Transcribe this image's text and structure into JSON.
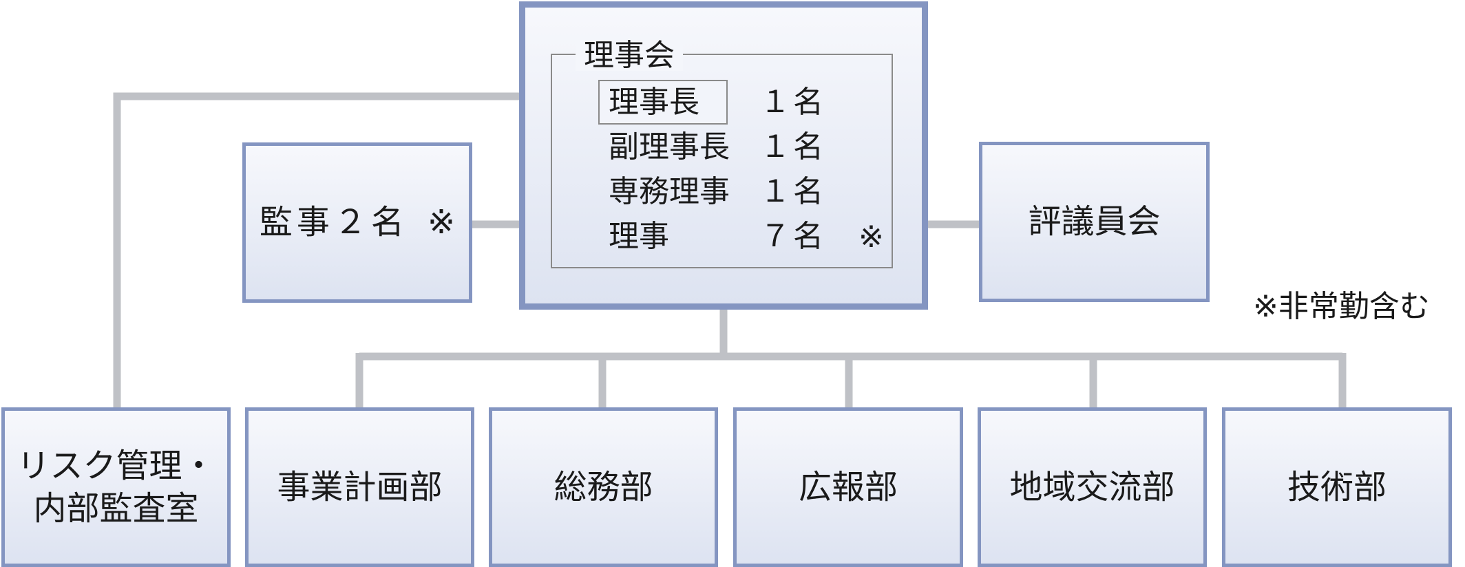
{
  "board": {
    "title": "理事会",
    "roles": [
      {
        "name": "理事長",
        "count": "１名"
      },
      {
        "name": "副理事長",
        "count": "１名"
      },
      {
        "name": "専務理事",
        "count": "１名"
      },
      {
        "name": "理事",
        "count": "７名"
      }
    ],
    "note_mark": "※"
  },
  "auditors": {
    "label": "監事２名",
    "note_mark": "※"
  },
  "councilors": {
    "label": "評議員会"
  },
  "footnote": "※非常勤含む",
  "risk_office": {
    "line1": "リスク管理・",
    "line2": "内部監査室"
  },
  "departments": [
    {
      "label": "事業計画部"
    },
    {
      "label": "総務部"
    },
    {
      "label": "広報部"
    },
    {
      "label": "地域交流部"
    },
    {
      "label": "技術部"
    }
  ]
}
